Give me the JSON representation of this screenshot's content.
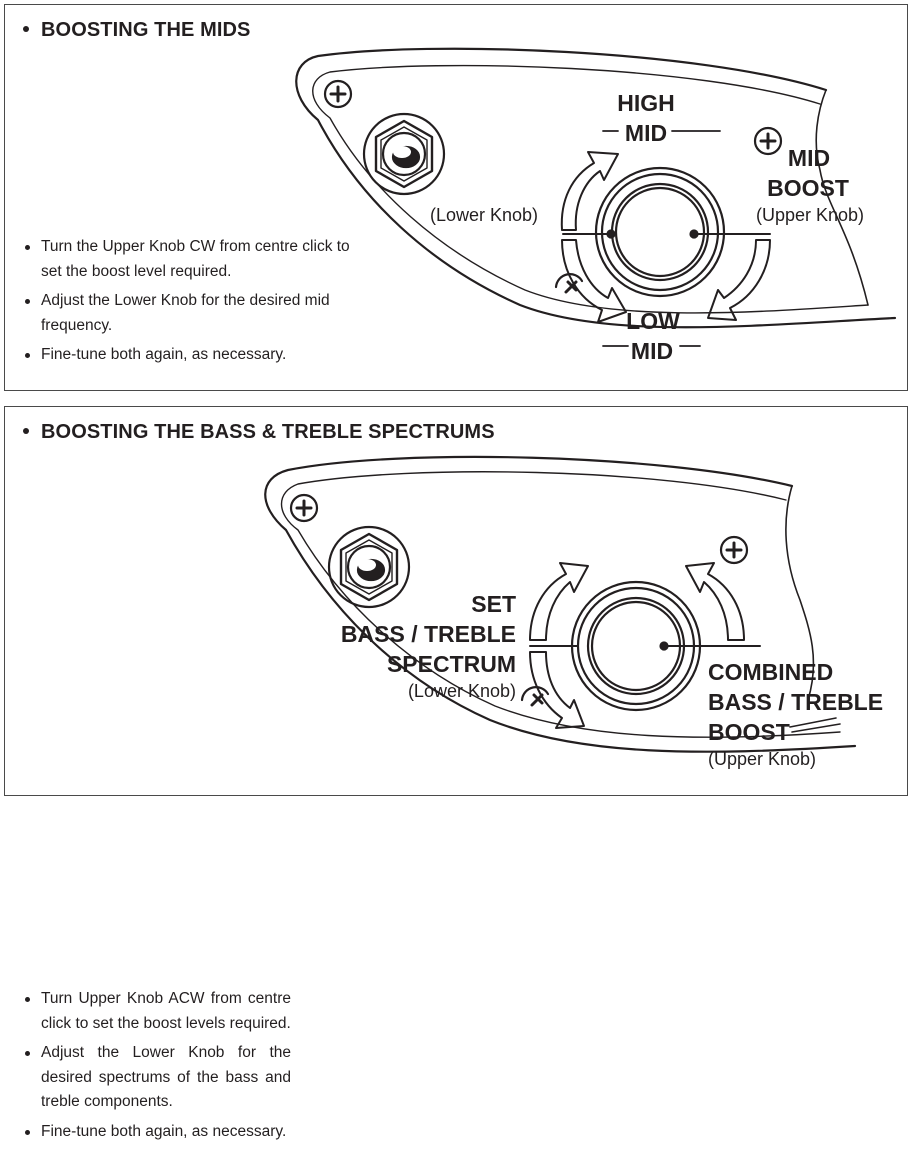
{
  "panel_mids": {
    "heading": "BOOSTING THE MIDS",
    "steps": [
      "Turn the Upper Knob CW from centre click to set the boost level required.",
      "Adjust the Lower Knob for the desired mid frequency.",
      "Fine-tune both again, as necessary."
    ],
    "labels": {
      "high_mid_1": "HIGH",
      "high_mid_2": "MID",
      "mid_boost_1": "MID",
      "mid_boost_2": "BOOST",
      "upper_knob": "(Upper Knob)",
      "lower_knob": "(Lower Knob)",
      "low_mid_1": "LOW",
      "low_mid_2": "MID"
    }
  },
  "panel_bass_treble": {
    "heading": "BOOSTING THE BASS & TREBLE SPECTRUMS",
    "steps": [
      "Turn Upper Knob ACW from centre click to set the boost levels required.",
      "Adjust the Lower Knob for the desired spectrums of the bass and treble components.",
      "Fine-tune both again, as necessary."
    ],
    "labels": {
      "set_1": "SET",
      "set_2": "BASS / TREBLE",
      "set_3": "SPECTRUM",
      "lower_knob": "(Lower Knob)",
      "combined_1": "COMBINED",
      "combined_2": "BASS / TREBLE",
      "combined_3": "BOOST",
      "upper_knob": "(Upper Knob)"
    }
  }
}
